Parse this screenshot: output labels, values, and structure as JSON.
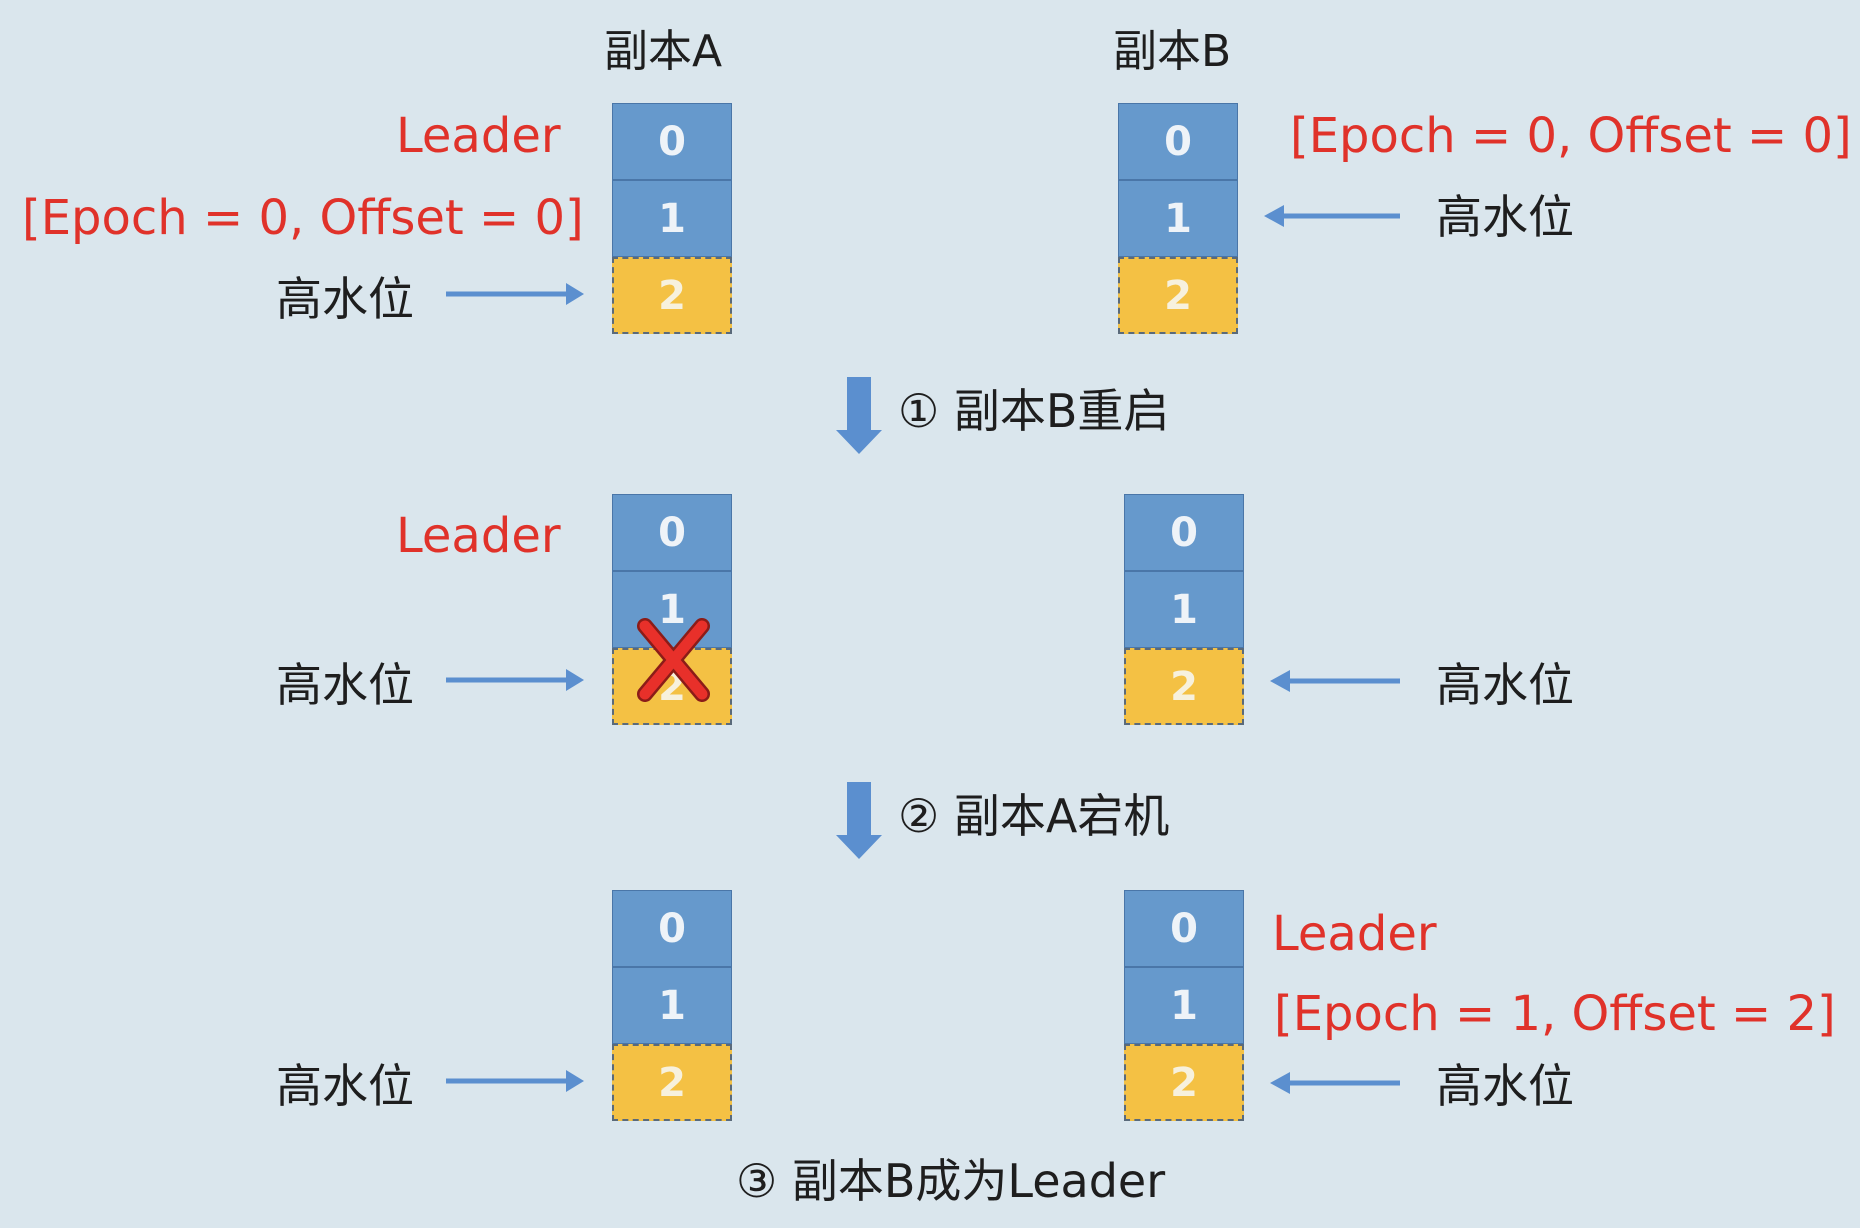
{
  "titles": {
    "replica_a": "副本A",
    "replica_b": "副本B"
  },
  "labels": {
    "leader": "Leader",
    "hwm": "高水位",
    "epoch_a_initial": "[Epoch = 0, Offset =  0]",
    "epoch_b_initial": "[Epoch = 0, Offset =  0]",
    "epoch_b_final": "[Epoch = 1, Offset =  2]"
  },
  "steps": {
    "step1": "① 副本B重启",
    "step2": "② 副本A宕机",
    "step3": "③ 副本B成为Leader"
  },
  "cells": [
    "0",
    "1",
    "2"
  ],
  "colors": {
    "background": "#dae6ed",
    "committed": "#6699cc",
    "uncommitted": "#f4c144",
    "leader_text": "#e0322a",
    "arrow": "#5b8fcf",
    "delete_mark": "#e8302a"
  },
  "icons": {
    "hwm_arrow": "arrow-icon",
    "step_arrow": "down-arrow-icon",
    "delete_mark": "x-mark-icon"
  }
}
